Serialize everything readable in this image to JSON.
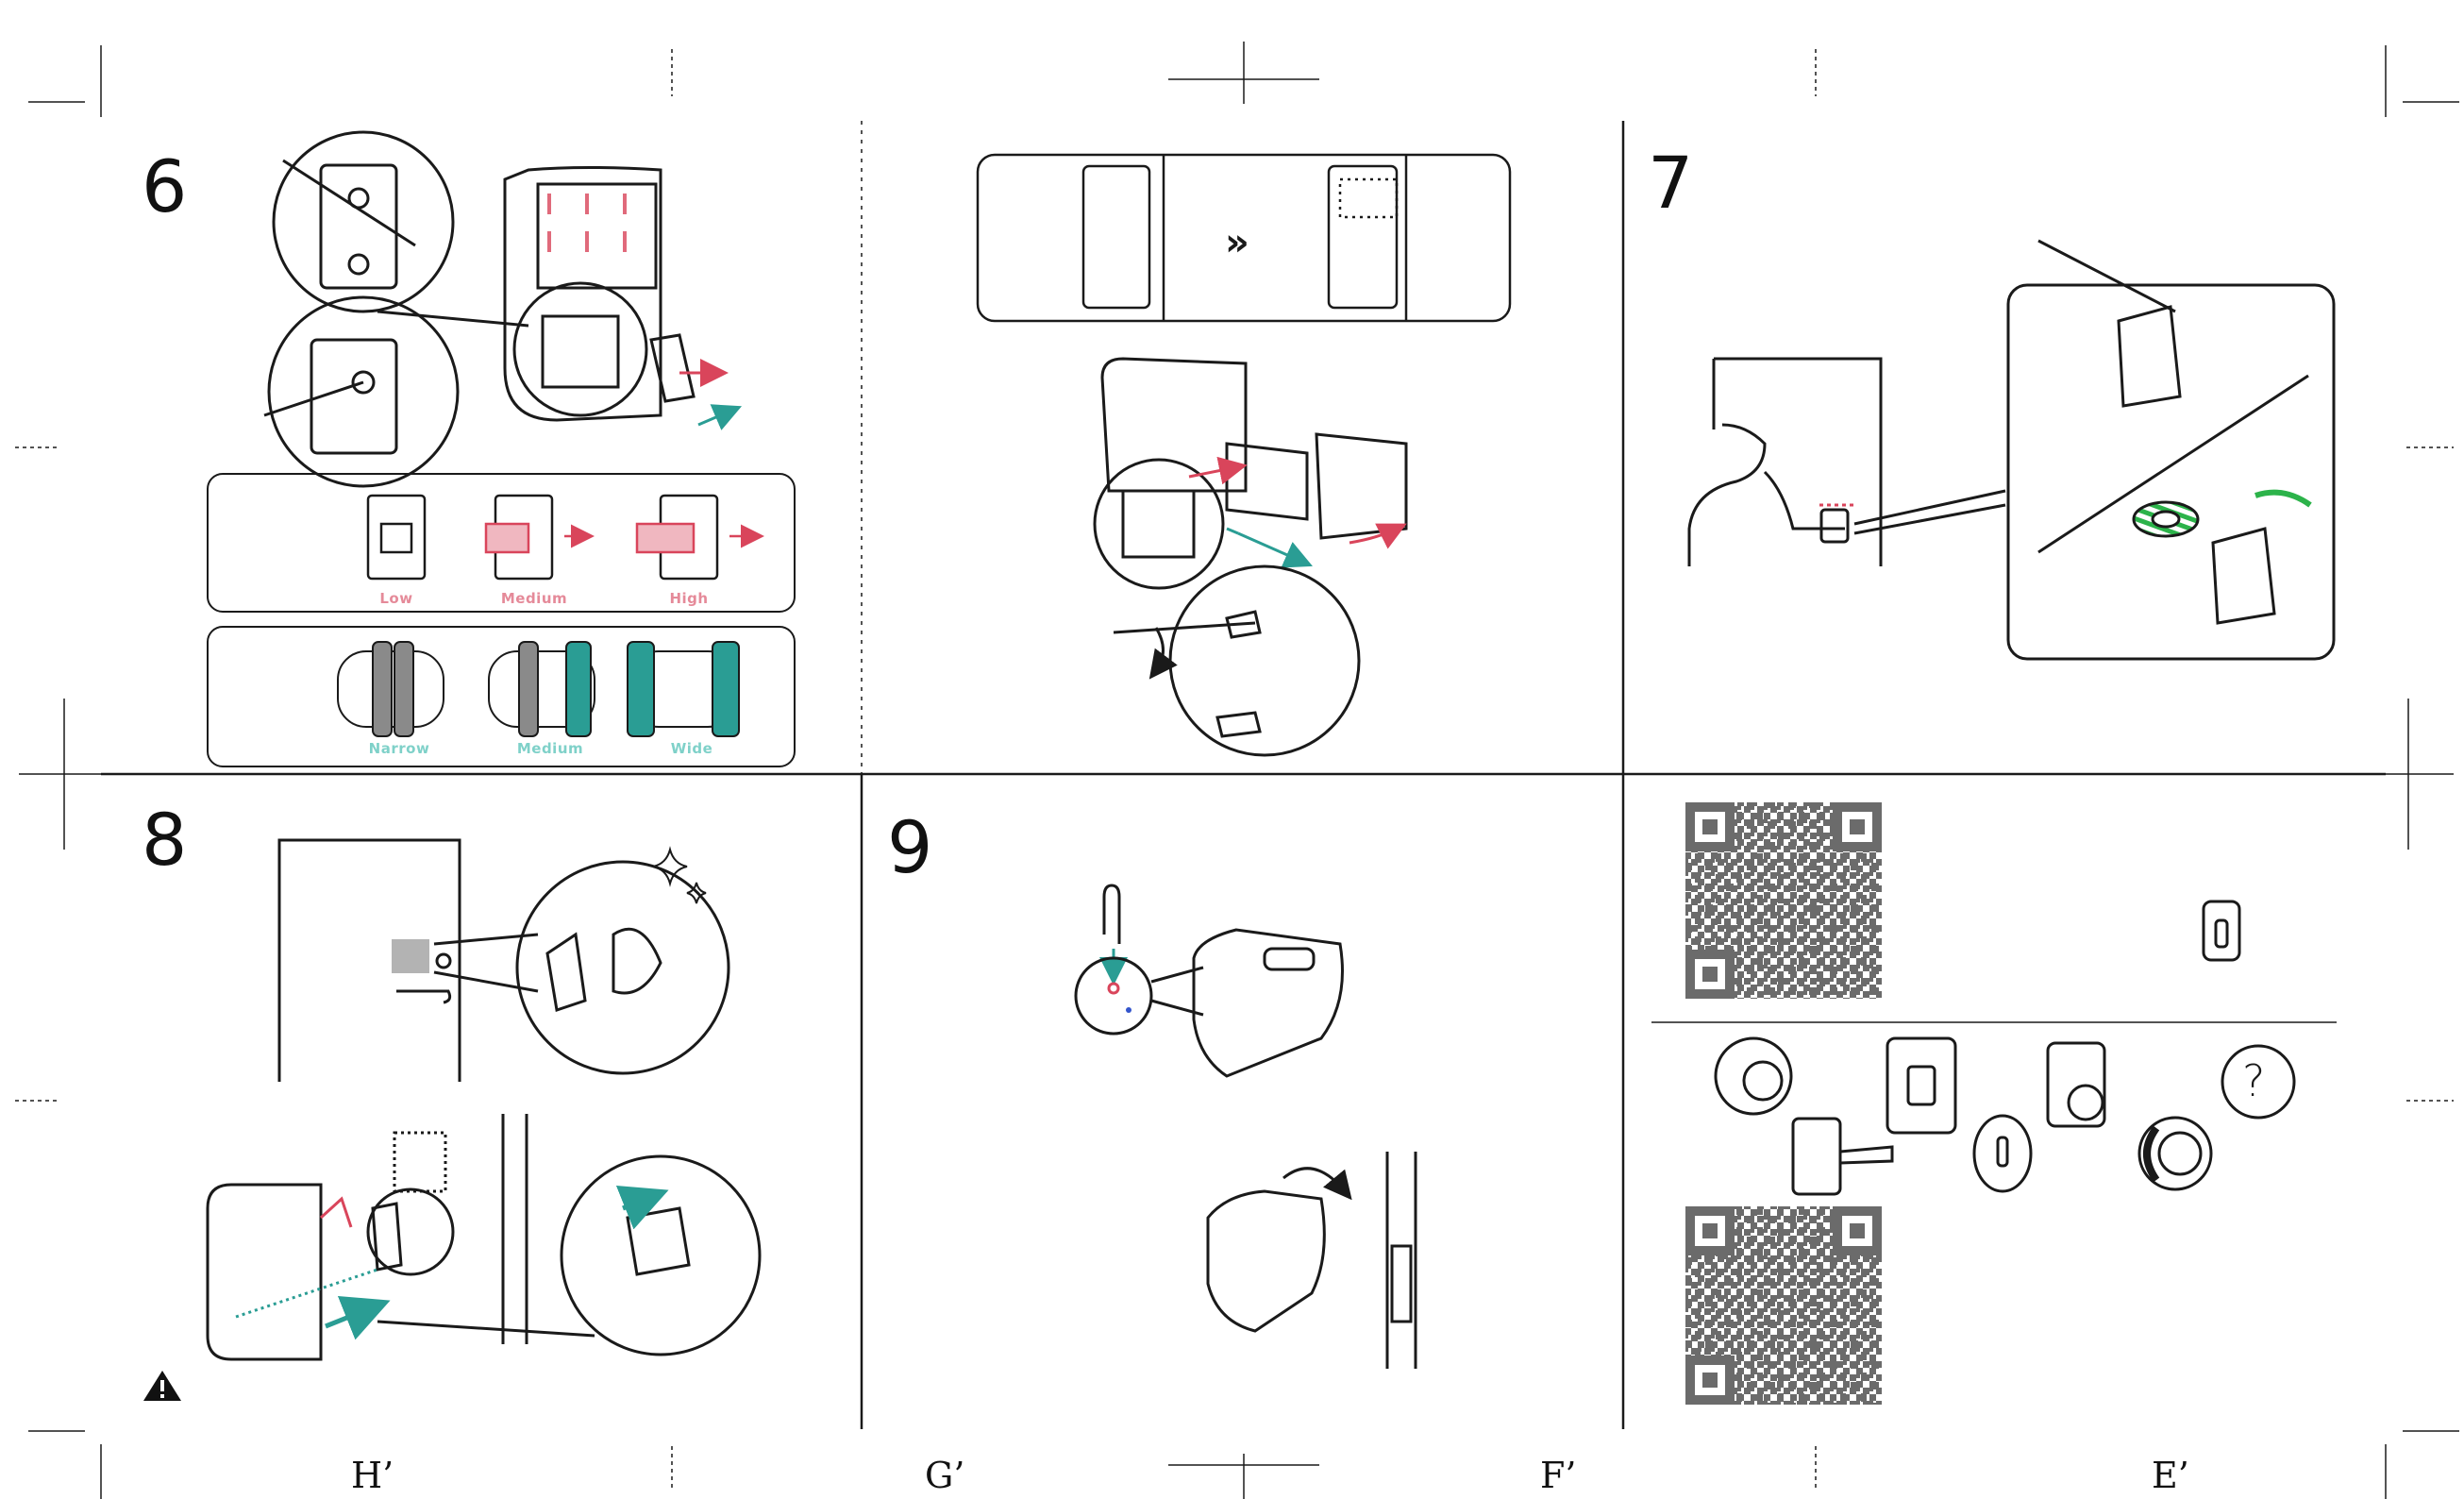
{
  "steps": {
    "six": "6",
    "seven": "7",
    "eight": "8",
    "nine": "9"
  },
  "compare_arrow": "»",
  "height_options": [
    "Low",
    "Medium",
    "High"
  ],
  "width_options": [
    "Narrow",
    "Medium",
    "Wide"
  ],
  "page_marks": [
    "H’",
    "G’",
    "F’",
    "E’"
  ],
  "help_glyph": "?",
  "colors": {
    "pink_accent": "#d9455b",
    "pink_label": "#e58a99",
    "teal_accent": "#2a9d94",
    "teal_label": "#7fd1c9",
    "green_stripe": "#2cb34a",
    "line": "#1a1a1a",
    "qr": "#6b6b6b",
    "gray_fill": "#9a9a9a"
  },
  "icons": [
    "warning-icon",
    "sparkle-icon",
    "paperclip-icon",
    "pencil-icon",
    "screwdriver-icon",
    "rotate-icon"
  ]
}
